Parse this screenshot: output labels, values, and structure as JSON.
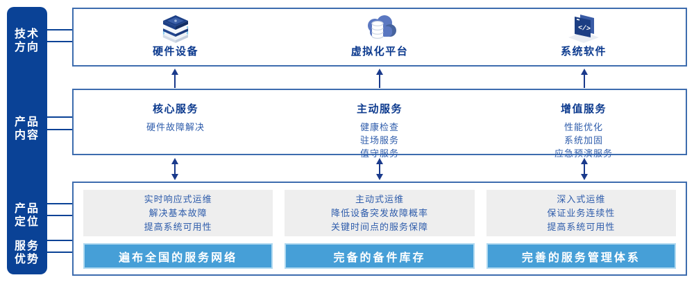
{
  "colors": {
    "sidebar_navy": "#0A4296",
    "title_navy": "#0C3A8E",
    "body_blue": "#2E5CAB",
    "box_border_blue": "#3D6CAE",
    "panel_gray": "#EEEEEE",
    "badge_blue": "#469FD7",
    "badge_border_light_blue": "#B0D9F0",
    "arrow_navy": "#1A3A8C",
    "icon_light_blue": "#8CCDEE"
  },
  "sidebar": {
    "items": [
      {
        "label": "技术\n方向"
      },
      {
        "label": "产品\n内容"
      },
      {
        "label": "产品\n定位"
      },
      {
        "label": "服务\n优势"
      }
    ]
  },
  "tech_row": {
    "items": [
      {
        "icon": "server-stack-icon",
        "label": "硬件设备"
      },
      {
        "icon": "cloud-database-icon",
        "label": "虚拟化平台"
      },
      {
        "icon": "code-window-icon",
        "label": "系统软件"
      }
    ]
  },
  "services_row": {
    "columns": [
      {
        "title": "核心服务",
        "items": "硬件故障解决"
      },
      {
        "title": "主动服务",
        "items": "健康检查\n驻场服务\n值守服务"
      },
      {
        "title": "增值服务",
        "items": "性能优化\n系统加固\n应急预演服务"
      }
    ]
  },
  "positioning_row": {
    "columns": [
      {
        "description": "实时响应式运维\n解决基本故障\n提高系统可用性",
        "badge": "遍布全国的服务网络"
      },
      {
        "description": "主动式运维\n降低设备突发故障概率\n关键时间点的服务保障",
        "badge": "完备的备件库存"
      },
      {
        "description": "深入式运维\n保证业务连续性\n提高系统可用性",
        "badge": "完善的服务管理体系"
      }
    ]
  }
}
